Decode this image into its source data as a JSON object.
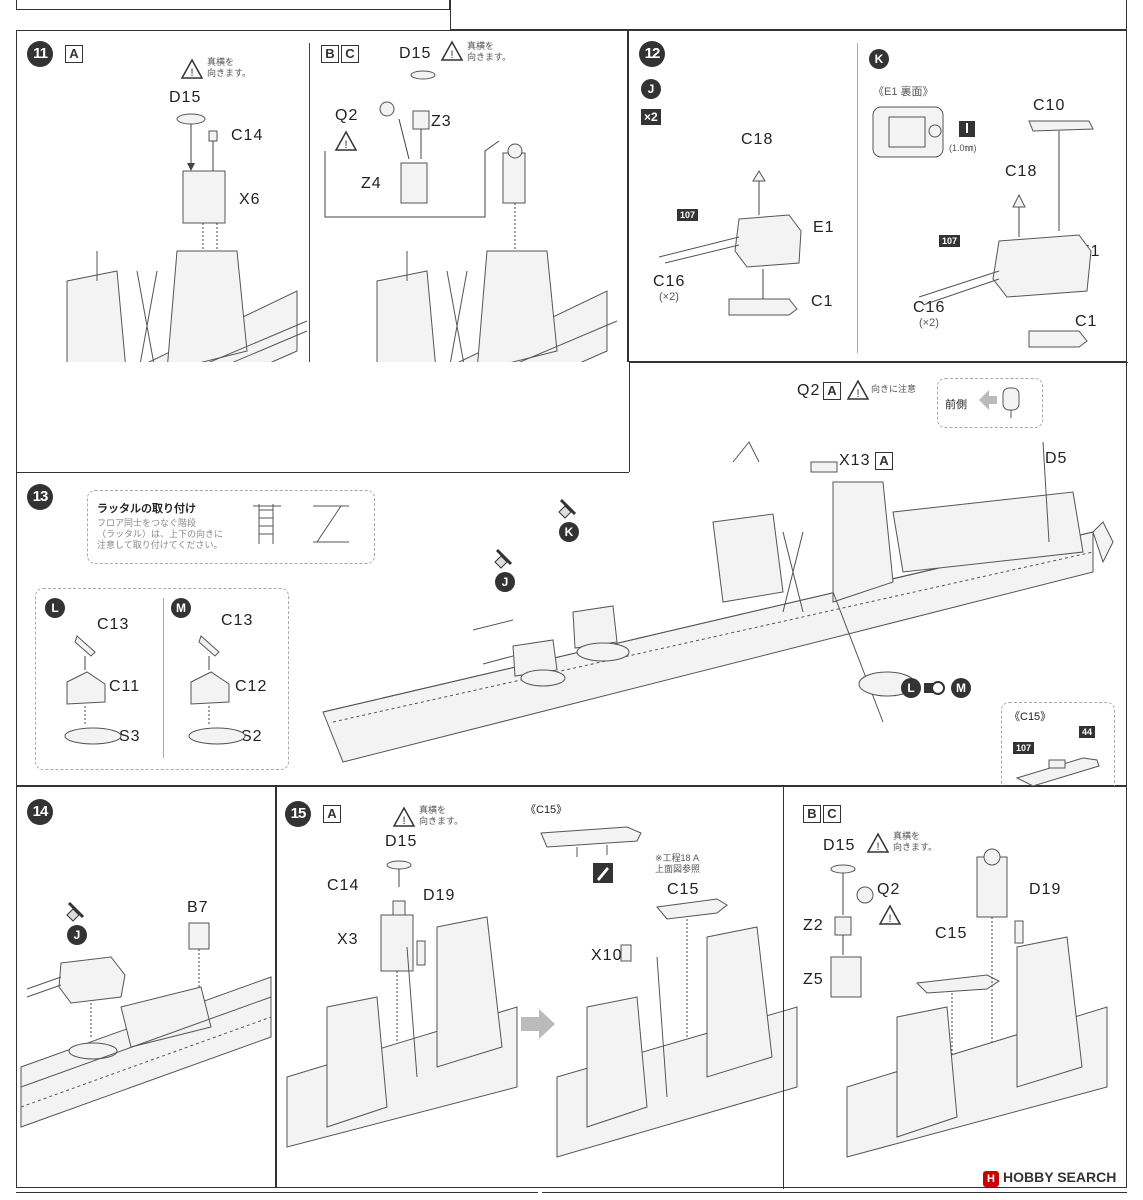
{
  "steps": {
    "s11": {
      "number": "11",
      "variant_a": "A",
      "variant_bc": [
        "B",
        "C"
      ],
      "note_a": "真横を\n向きます。",
      "note_bc": "真横を\n向きます。",
      "parts_a": [
        "D15",
        "C14",
        "X6"
      ],
      "parts_bc": [
        "D15",
        "Q2",
        "Z3",
        "Z4"
      ]
    },
    "s12": {
      "number": "12",
      "marker_j": "J",
      "times": "×2",
      "marker_k": "K",
      "e1_back": "《E1 裏面》",
      "drill_note": "(1.0㎜)",
      "parts_j": [
        "C18",
        "E1",
        "C16",
        "(×2)",
        "C1"
      ],
      "parts_k": [
        "C10",
        "C18",
        "E1",
        "C16",
        "(×2)",
        "C1"
      ],
      "paint_code": "107"
    },
    "s13": {
      "number": "13",
      "ladder_title": "ラッタルの取り付け",
      "ladder_note": "フロア同士をつなぐ階段\n（ラッタル）は、上下の向きに\n注意して取り付けてください。",
      "marker_l": "L",
      "marker_m": "M",
      "parts_l": [
        "C13",
        "C11",
        "S3"
      ],
      "parts_m": [
        "C13",
        "C12",
        "S2"
      ],
      "q2_label": "Q2",
      "q2_variant": "A",
      "orientation_note": "向きに注意",
      "forward_label": "前側",
      "x13_label": "X13",
      "x13_variant": "A",
      "d5_label": "D5",
      "marker_k": "K",
      "marker_j": "J",
      "lm_l": "L",
      "lm_m": "M",
      "c15_label": "《C15》",
      "code_107": "107",
      "code_44": "44"
    },
    "s14": {
      "number": "14",
      "marker_j": "J",
      "part_b7": "B7"
    },
    "s15": {
      "number": "15",
      "variant_a": "A",
      "note_a": "真横を\n向きます。",
      "parts_a": [
        "D15",
        "C14",
        "X3",
        "D19"
      ],
      "c15_label": "《C15》",
      "ref_note": "※工程18 A\n上面図参照",
      "parts_mid": [
        "C15",
        "X10"
      ],
      "variant_bc": [
        "B",
        "C"
      ],
      "note_bc": "真横を\n向きます。",
      "parts_bc": [
        "D15",
        "Q2",
        "D19",
        "Z2",
        "C15",
        "Z5"
      ]
    }
  },
  "watermark": "HOBBY SEARCH",
  "watermark_code": "H"
}
